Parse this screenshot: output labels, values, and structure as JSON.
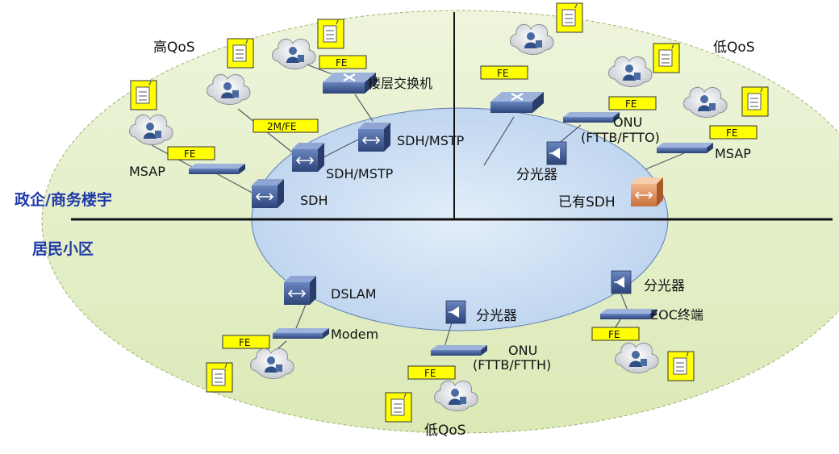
{
  "zones": {
    "enterprise": "政企/商务楼宇",
    "residential": "居民小区"
  },
  "qos": {
    "high": "高QoS",
    "low_right": "低QoS",
    "low_bottom": "低QoS"
  },
  "labels": {
    "msap_left": "MSAP",
    "sdh_core": "SDH",
    "sdh_mstp_1": "SDH/MSTP",
    "sdh_mstp_2": "SDH/MSTP",
    "floor_switch": "楼层交换机",
    "onu_ftto_1": "ONU",
    "onu_ftto_2": "(FTTB/FTTO)",
    "splitter_top": "分光器",
    "existing_sdh": "已有SDH",
    "msap_right": "MSAP",
    "dslam": "DSLAM",
    "modem": "Modem",
    "splitter_bottom": "分光器",
    "onu_ftth_1": "ONU",
    "onu_ftth_2": "(FTTB/FTTH)",
    "splitter_right": "分光器",
    "eoc": "EOC终端"
  },
  "tags": {
    "fe_msap_left": "FE",
    "twom_fe": "2M/FE",
    "fe_floor_switch": "FE",
    "fe_top_right_switch": "FE",
    "fe_onu_top": "FE",
    "fe_msap_right": "FE",
    "fe_modem": "FE",
    "fe_onu_bottom": "FE",
    "fe_eoc": "FE"
  },
  "colors": {
    "outer_ring": "#e3efc6",
    "inner_ring": "#c9dcf2",
    "tag_bg": "#ffff00",
    "zone_text": "#1f3aa8"
  }
}
